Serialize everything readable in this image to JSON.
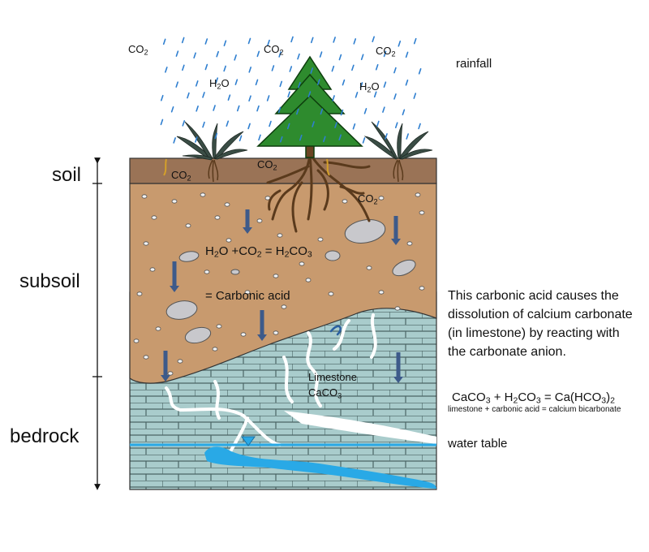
{
  "labels": {
    "rainfall": "rainfall",
    "soil": "soil",
    "subsoil": "subsoil",
    "bedrock": "bedrock",
    "water_table": "water table",
    "limestone": "Limestone",
    "carbonic_acid": "= Carbonic acid"
  },
  "chem": {
    "co2_base": "CO",
    "co2_sub": "2",
    "h2o_h": "H",
    "h2o_sub": "2",
    "h2o_o": "O",
    "caco3_base": "CaCO",
    "caco3_sub": "3"
  },
  "equation1": {
    "p1": "H",
    "s1": "2",
    "p2": "O +CO",
    "s2": "2",
    "p3": " = H",
    "s3": "2",
    "p4": "CO",
    "s4": "3"
  },
  "equation2": {
    "p1": "CaCO",
    "s1": "3",
    "p2": " + H",
    "s2": "2",
    "p3": "CO",
    "s3": "3",
    "p4": " = Ca(HCO",
    "s4": "3",
    "p5": ")",
    "s5": "2",
    "caption": "limestone + carbonic acid = calcium bicarbonate"
  },
  "explanation": "This carbonic acid causes the dissolution of calcium carbonate (in limestone) by reacting with the carbonate anion.",
  "colors": {
    "soil": "#9a7356",
    "subsoil": "#c89a6e",
    "bedrock": "#a9cccc",
    "tree": "#2e8b2e",
    "water": "#29a9e6",
    "arrow": "#3d5a8a",
    "rain": "#2f7fd0"
  }
}
